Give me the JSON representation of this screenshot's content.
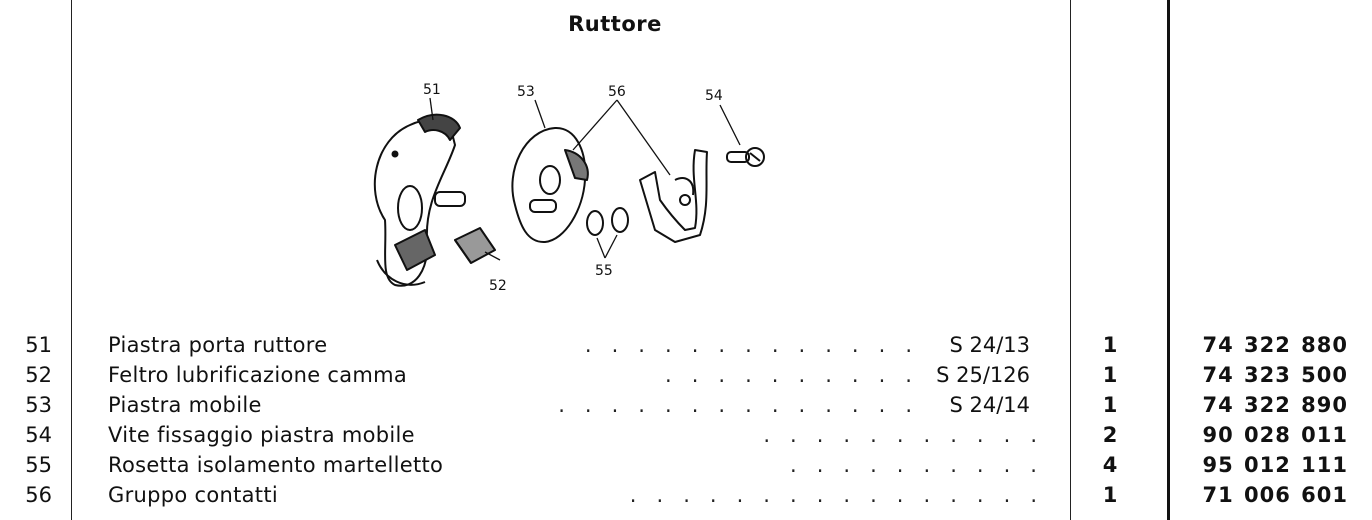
{
  "section": {
    "title": "Ruttore"
  },
  "figure": {
    "callouts": [
      "51",
      "52",
      "53",
      "54",
      "55",
      "56"
    ]
  },
  "parts": [
    {
      "num": "51",
      "description": "Piastra porta ruttore",
      "ref": "S 24/13",
      "qty": "1",
      "code": "74 322 880"
    },
    {
      "num": "52",
      "description": "Feltro lubrificazione camma",
      "ref": "S 25/126",
      "qty": "1",
      "code": "74 323 500"
    },
    {
      "num": "53",
      "description": "Piastra mobile",
      "ref": "S 24/14",
      "qty": "1",
      "code": "74 322 890"
    },
    {
      "num": "54",
      "description": "Vite fissaggio piastra mobile",
      "ref": "",
      "qty": "2",
      "code": "90 028 011"
    },
    {
      "num": "55",
      "description": "Rosetta isolamento martelletto",
      "ref": "",
      "qty": "4",
      "code": "95 012 111"
    },
    {
      "num": "56",
      "description": "Gruppo contatti",
      "ref": "",
      "qty": "1",
      "code": "71 006 601"
    }
  ]
}
